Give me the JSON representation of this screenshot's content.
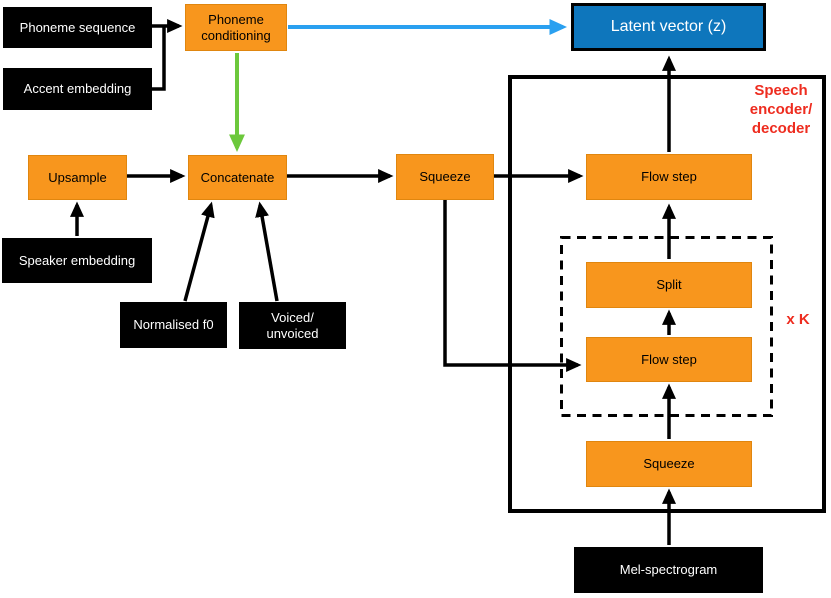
{
  "diagram": {
    "nodes": {
      "phoneme_sequence": {
        "label": "Phoneme sequence"
      },
      "accent_embedding": {
        "label": "Accent embedding"
      },
      "phoneme_conditioning": {
        "label": "Phoneme\nconditioning"
      },
      "latent_vector": {
        "label": "Latent vector (z)"
      },
      "upsample": {
        "label": "Upsample"
      },
      "concatenate": {
        "label": "Concatenate"
      },
      "speaker_embedding": {
        "label": "Speaker embedding"
      },
      "normalised_f0": {
        "label": "Normalised f0"
      },
      "voiced_unvoiced": {
        "label": "Voiced/\nunvoiced"
      },
      "squeeze_left": {
        "label": "Squeeze"
      },
      "flow_step_top": {
        "label": "Flow step"
      },
      "split": {
        "label": "Split"
      },
      "flow_step_inner": {
        "label": "Flow step"
      },
      "squeeze_bottom": {
        "label": "Squeeze"
      },
      "mel_spectrogram": {
        "label": "Mel-spectrogram"
      }
    },
    "annotations": {
      "speech_encoder_decoder": "Speech\nencoder/\ndecoder",
      "repeat": "x K"
    },
    "colors": {
      "orange_box": "#F8961D",
      "black_box": "#000000",
      "blue_box_fill": "#0E76BC",
      "blue_arrow": "#2AA0F0",
      "green_arrow": "#6CC83C",
      "red_annotation": "#EE2C1F"
    },
    "edges": [
      {
        "from": "phoneme_sequence",
        "to": "phoneme_conditioning",
        "color": "black"
      },
      {
        "from": "accent_embedding",
        "to": "phoneme_conditioning",
        "color": "black"
      },
      {
        "from": "phoneme_conditioning",
        "to": "concatenate",
        "color": "green"
      },
      {
        "from": "phoneme_conditioning",
        "to": "latent_vector",
        "color": "blue"
      },
      {
        "from": "speaker_embedding",
        "to": "upsample",
        "color": "black"
      },
      {
        "from": "upsample",
        "to": "concatenate",
        "color": "black"
      },
      {
        "from": "normalised_f0",
        "to": "concatenate",
        "color": "black"
      },
      {
        "from": "voiced_unvoiced",
        "to": "concatenate",
        "color": "black"
      },
      {
        "from": "concatenate",
        "to": "squeeze_left",
        "color": "black"
      },
      {
        "from": "squeeze_left",
        "to": "flow_step_top",
        "color": "black"
      },
      {
        "from": "squeeze_left",
        "to": "flow_step_inner",
        "color": "black"
      },
      {
        "from": "flow_step_top",
        "to": "latent_vector",
        "color": "black"
      },
      {
        "from": "split",
        "to": "flow_step_top",
        "color": "black"
      },
      {
        "from": "flow_step_inner",
        "to": "split",
        "color": "black"
      },
      {
        "from": "squeeze_bottom",
        "to": "flow_step_inner",
        "color": "black"
      },
      {
        "from": "mel_spectrogram",
        "to": "squeeze_bottom",
        "color": "black"
      }
    ]
  }
}
